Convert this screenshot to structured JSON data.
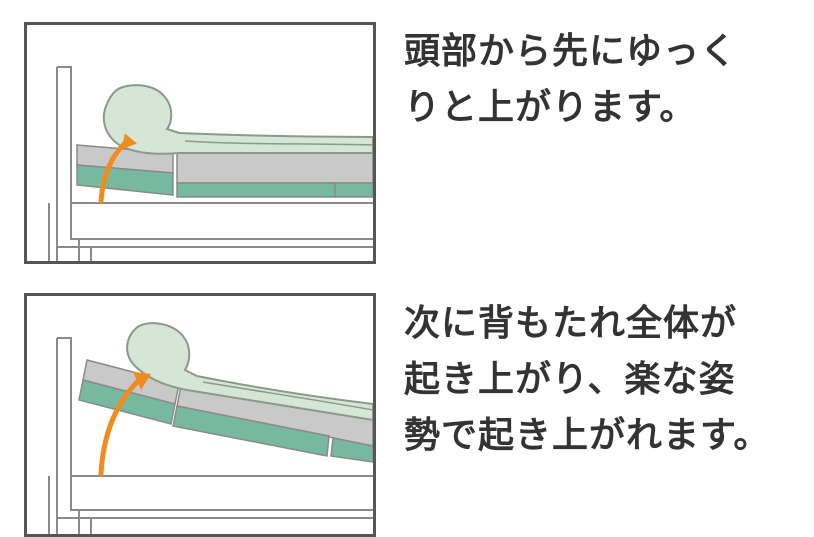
{
  "steps": [
    {
      "lines": [
        "頭部から先にゆっく",
        "りと上がります。"
      ]
    },
    {
      "lines": [
        "次に背もたれ全体が",
        "起き上がり、楽な姿",
        "勢で起き上がれます。"
      ]
    }
  ],
  "colors": {
    "frame": "#555555",
    "bed_outline": "#8a8a8a",
    "figure_fill": "#d6e6d4",
    "figure_stroke": "#8a9a8a",
    "mattress_gray": "#c9c9c9",
    "mattress_green": "#76b8a0",
    "arrow": "#f08c1e"
  }
}
